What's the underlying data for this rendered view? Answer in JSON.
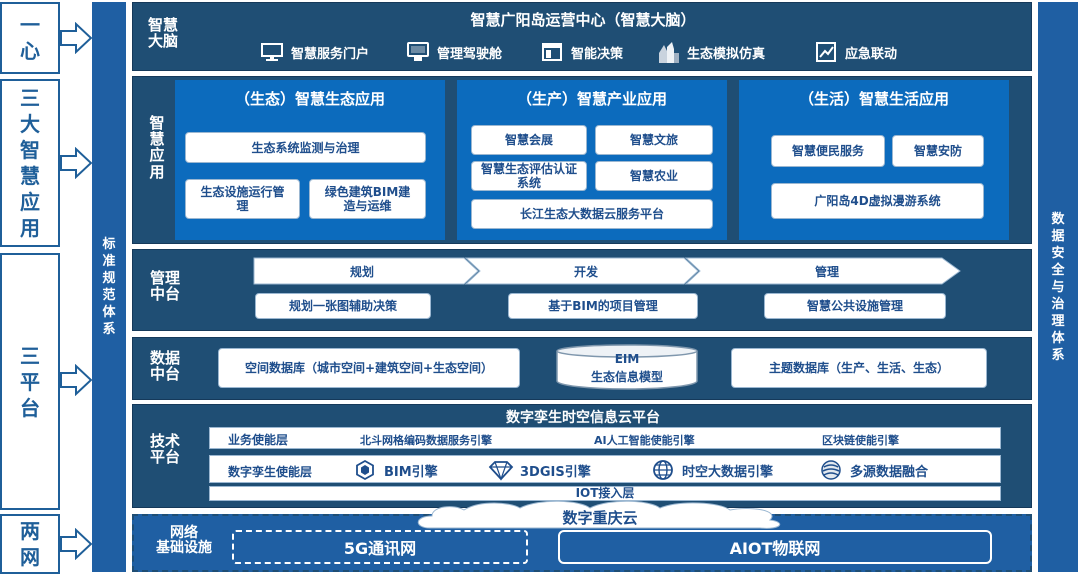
{
  "left_tiers": [
    {
      "id": "one-core",
      "chars": [
        "一",
        "心"
      ]
    },
    {
      "id": "three-apps",
      "chars": [
        "三",
        "大",
        "智",
        "慧",
        "应",
        "用"
      ]
    },
    {
      "id": "three-platforms",
      "chars": [
        "三",
        "平",
        "台"
      ]
    },
    {
      "id": "two-networks",
      "chars": [
        "两",
        "网"
      ]
    }
  ],
  "left_rail": {
    "chars": [
      "标",
      "准",
      "规",
      "范",
      "体",
      "系"
    ]
  },
  "right_rail": {
    "chars": [
      "数",
      "据",
      "安",
      "全",
      "与",
      "治",
      "理",
      "体",
      "系"
    ]
  },
  "brain": {
    "label_chars": [
      "智慧",
      "大脑"
    ],
    "title": "智慧广阳岛运营中心（智慧大脑）",
    "items": [
      {
        "label": "智慧服务门户",
        "icon": "monitor-icon"
      },
      {
        "label": "管理驾驶舱",
        "icon": "display-icon"
      },
      {
        "label": "智能决策",
        "icon": "window-icon"
      },
      {
        "label": "生态模拟仿真",
        "icon": "buildings-icon"
      },
      {
        "label": "应急联动",
        "icon": "chart-doc-icon"
      }
    ]
  },
  "apps": {
    "label_chars": [
      "智",
      "慧",
      "应",
      "用"
    ],
    "ecology": {
      "title": "（生态）智慧生态应用",
      "items": [
        "生态系统监测与治理",
        "生态设施运行管理",
        "绿色建筑BIM建造与运维"
      ]
    },
    "industry": {
      "title": "（生产）智慧产业应用",
      "items": [
        "智慧会展",
        "智慧文旅",
        "智慧生态评估认证系统",
        "智慧农业",
        "长江生态大数据云服务平台"
      ]
    },
    "life": {
      "title": "（生活）智慧生活应用",
      "items": [
        "智慧便民服务",
        "智慧安防",
        "广阳岛4D虚拟漫游系统"
      ]
    }
  },
  "management": {
    "label_chars": [
      "管理",
      "中台"
    ],
    "flow": [
      "规划",
      "开发",
      "管理"
    ],
    "items": [
      "规划一张图辅助决策",
      "基于BIM的项目管理",
      "智慧公共设施管理"
    ]
  },
  "data_platform": {
    "label_chars": [
      "数据",
      "中台"
    ],
    "spatial_db": "空间数据库（城市空间+建筑空间+生态空间）",
    "eim_top": "EIM",
    "eim_bottom": "生态信息模型",
    "topic_db": "主题数据库（生产、生活、生态）"
  },
  "tech_platform": {
    "label_chars": [
      "技术",
      "平台"
    ],
    "title": "数字孪生时空信息云平台",
    "business_layer": {
      "label": "业务使能层",
      "items": [
        "北斗网格编码数据服务引擎",
        "AI人工智能使能引擎",
        "区块链使能引擎"
      ]
    },
    "twin_layer": {
      "label": "数字孪生使能层",
      "items": [
        {
          "label": "BIM引擎",
          "icon": "bim-icon"
        },
        {
          "label": "3DGIS引擎",
          "icon": "diamond-icon"
        },
        {
          "label": "时空大数据引擎",
          "icon": "globe-icon"
        },
        {
          "label": "多源数据融合",
          "icon": "layers-icon"
        }
      ]
    },
    "iot_layer": "IOT接入层"
  },
  "network": {
    "label_chars": [
      "网络",
      "基础设施"
    ],
    "cloud": "数字重庆云",
    "net_5g": "5G通讯网",
    "net_aiot": "AIOT物联网"
  }
}
